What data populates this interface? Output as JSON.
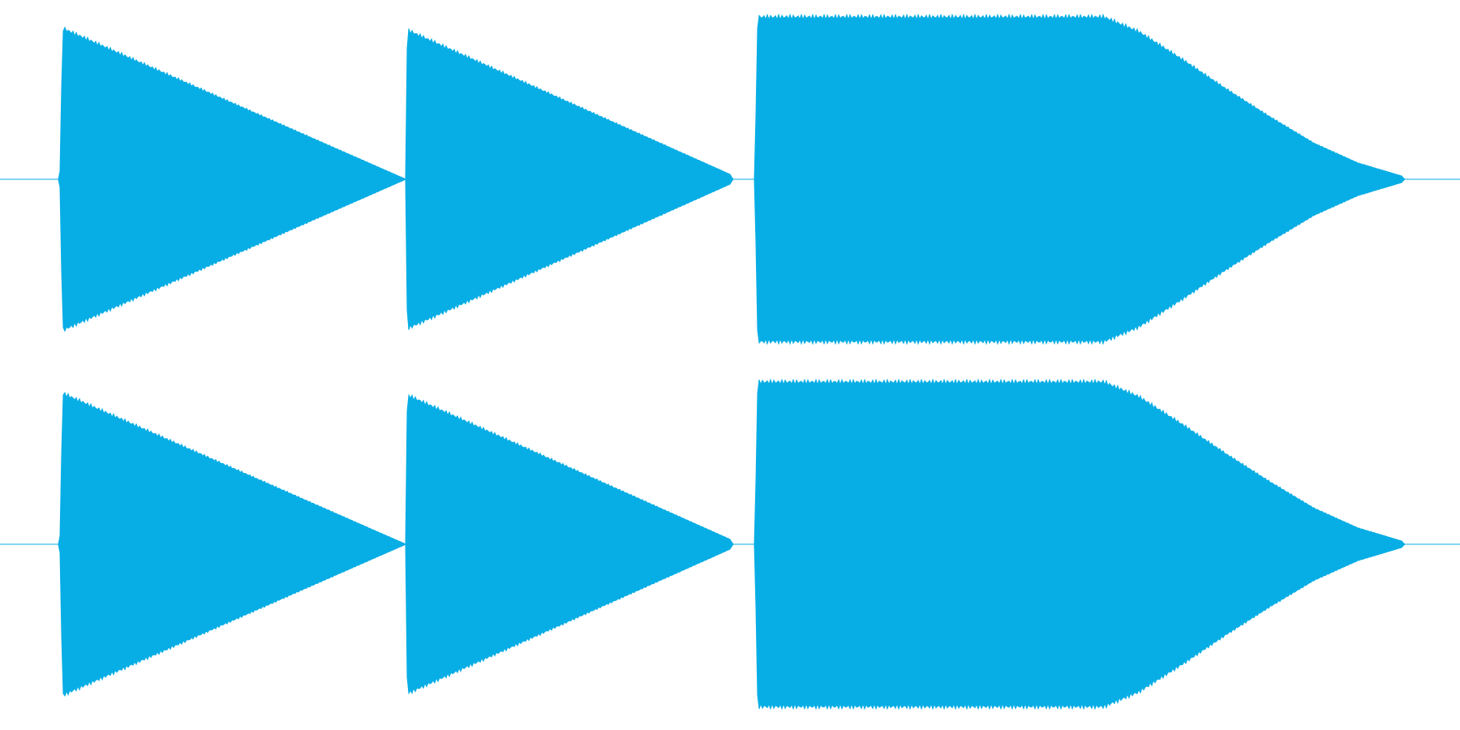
{
  "chart_data": {
    "type": "area",
    "xlim": [
      0,
      1
    ],
    "ylim": [
      -1,
      1
    ],
    "grid": false,
    "legend": "none",
    "colors": {
      "waveform": "#07aee5",
      "background": "#ffffff"
    },
    "channels": [
      {
        "envelope": [
          [
            0.0,
            0.0
          ],
          [
            0.041,
            0.0
          ],
          [
            0.043,
            0.92
          ],
          [
            0.278,
            0.0
          ],
          [
            0.279,
            0.91
          ],
          [
            0.5,
            0.03
          ],
          [
            0.502,
            0.0
          ],
          [
            0.517,
            0.0
          ],
          [
            0.519,
            0.99
          ],
          [
            0.756,
            0.99
          ],
          [
            0.78,
            0.9
          ],
          [
            0.81,
            0.73
          ],
          [
            0.84,
            0.55
          ],
          [
            0.87,
            0.38
          ],
          [
            0.9,
            0.22
          ],
          [
            0.93,
            0.1
          ],
          [
            0.96,
            0.02
          ],
          [
            0.962,
            0.0
          ],
          [
            1.0,
            0.0
          ]
        ]
      },
      {
        "envelope": [
          [
            0.0,
            0.0
          ],
          [
            0.041,
            0.0
          ],
          [
            0.043,
            0.92
          ],
          [
            0.278,
            0.0
          ],
          [
            0.279,
            0.91
          ],
          [
            0.5,
            0.03
          ],
          [
            0.502,
            0.0
          ],
          [
            0.517,
            0.0
          ],
          [
            0.519,
            0.99
          ],
          [
            0.756,
            0.99
          ],
          [
            0.78,
            0.9
          ],
          [
            0.81,
            0.73
          ],
          [
            0.84,
            0.55
          ],
          [
            0.87,
            0.38
          ],
          [
            0.9,
            0.22
          ],
          [
            0.93,
            0.1
          ],
          [
            0.96,
            0.02
          ],
          [
            0.962,
            0.0
          ],
          [
            1.0,
            0.0
          ]
        ]
      }
    ]
  }
}
